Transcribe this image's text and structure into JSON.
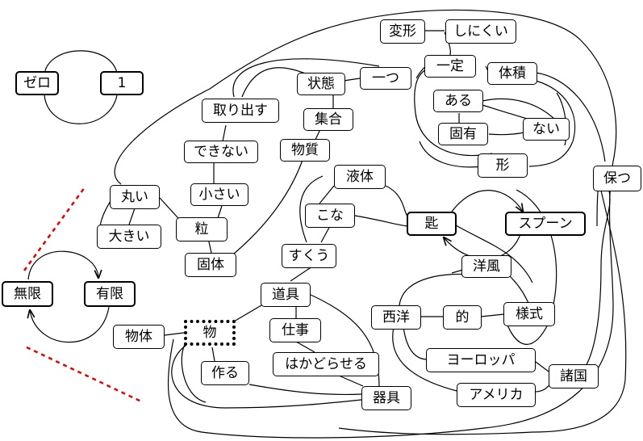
{
  "nodes": {
    "zero": "ゼロ",
    "one": "1",
    "mugen": "無限",
    "yugen": "有限",
    "kawaru": "変形",
    "shinikui": "しにくい",
    "hitotsu": "一つ",
    "ittei": "一定",
    "taiseki": "体積",
    "joutai": "状態",
    "toridasu": "取り出す",
    "aru": "ある",
    "shugo": "集合",
    "koyu": "固有",
    "nai": "ない",
    "dekinai": "できない",
    "busshitsu": "物質",
    "katachi": "形",
    "tamotsu": "保つ",
    "marui": "丸い",
    "chiisai": "小さい",
    "ekitai": "液体",
    "kona": "こな",
    "saji": "匙",
    "spoon": "スプーン",
    "ookii": "大きい",
    "tsubu": "粒",
    "kotai": "固体",
    "sukuu": "すくう",
    "youfu": "洋風",
    "dougu": "道具",
    "seiyou": "西洋",
    "teki": "的",
    "youshiki": "様式",
    "buttai": "物体",
    "mono": "物",
    "shigoto": "仕事",
    "europe": "ヨーロッパ",
    "tsukuru": "作る",
    "hakadoraseru": "はかどらせる",
    "shokoku": "諸国",
    "america": "アメリカ",
    "kigu": "器具"
  }
}
